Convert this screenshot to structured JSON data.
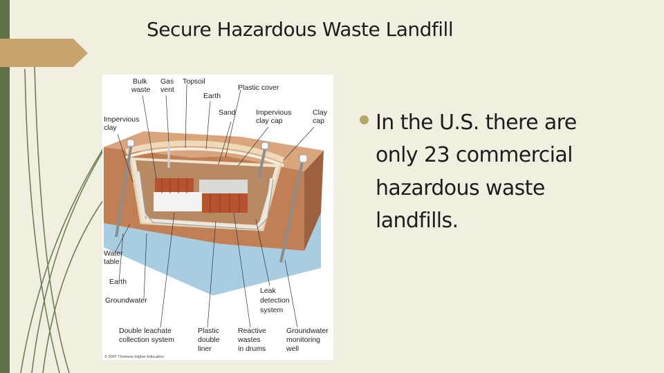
{
  "slide": {
    "title": "Secure Hazardous Waste Landfill",
    "bullet": "In the U.S. there are only 23 commercial hazardous waste landfills."
  },
  "figure": {
    "labels": {
      "bulk_waste": [
        "Bulk",
        "waste"
      ],
      "gas_vent": [
        "Gas",
        "vent"
      ],
      "topsoil": "Topsoil",
      "earth_top": "Earth",
      "plastic_cover": "Plastic cover",
      "impervious_clay": [
        "Impervious",
        "clay"
      ],
      "sand": "Sand",
      "impervious_clay_cap": [
        "Impervious",
        "clay cap"
      ],
      "clay_cap": [
        "Clay",
        "cap"
      ],
      "water_table": [
        "Water",
        "table"
      ],
      "earth_bottom": "Earth",
      "groundwater": "Groundwater",
      "leak_detection": [
        "Leak",
        "detection",
        "system"
      ],
      "double_leachate": [
        "Double leachate",
        "collection system"
      ],
      "plastic_double_liner": [
        "Plastic",
        "double",
        "liner"
      ],
      "reactive_wastes": [
        "Reactive",
        "wastes",
        "in drums"
      ],
      "monitoring_well": [
        "Groundwater",
        "monitoring",
        "well"
      ]
    },
    "copyright": "© 2007 Thomson Higher Education"
  },
  "colors": {
    "accent_green": "#5f6f49",
    "tab_tan": "#c9a46e",
    "bullet_gold": "#b4a667",
    "background": "#f1efdf"
  }
}
